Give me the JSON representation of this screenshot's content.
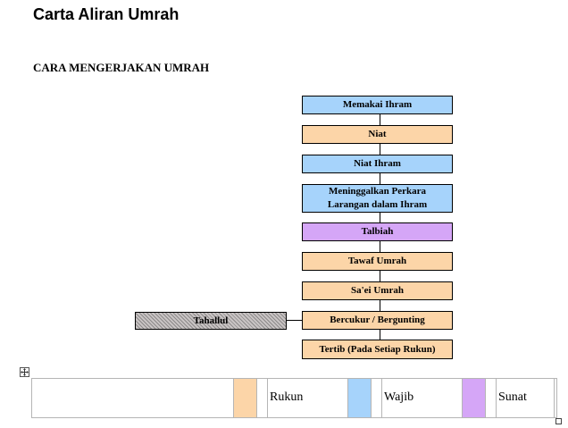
{
  "document": {
    "title": "Carta Aliran Umrah",
    "subtitle": "CARA MENGERJAKAN UMRAH"
  },
  "colors": {
    "rukun": "#fcd5a8",
    "wajib": "#a6d3fb",
    "sunat": "#d5a6f7",
    "tahallul": "#c9c4c4"
  },
  "flowchart": {
    "steps": [
      {
        "label": "Memakai Ihram",
        "category": "wajib"
      },
      {
        "label": "Niat",
        "category": "rukun"
      },
      {
        "label": "Niat Ihram",
        "category": "wajib"
      },
      {
        "label": "Meninggalkan Perkara Larangan dalam Ihram",
        "category": "wajib"
      },
      {
        "label": "Talbiah",
        "category": "sunat"
      },
      {
        "label": "Tawaf Umrah",
        "category": "rukun"
      },
      {
        "label": "Sa'ei Umrah",
        "category": "rukun"
      },
      {
        "label": "Bercukur / Bergunting",
        "category": "rukun"
      },
      {
        "label": "Tertib (Pada Setiap Rukun)",
        "category": "rukun"
      }
    ],
    "branch": {
      "label": "Tahallul"
    }
  },
  "legend": {
    "items": [
      {
        "label": "Rukun",
        "category": "rukun"
      },
      {
        "label": "Wajib",
        "category": "wajib"
      },
      {
        "label": "Sunat",
        "category": "sunat"
      }
    ]
  }
}
